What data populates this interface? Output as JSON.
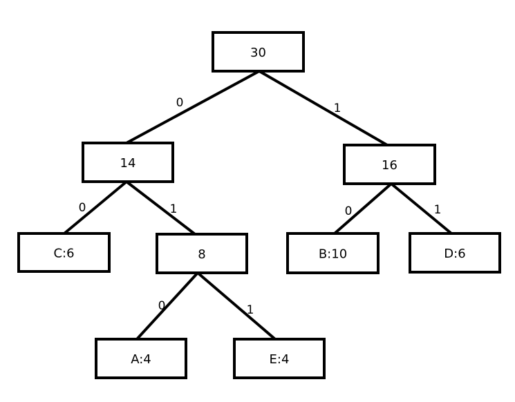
{
  "nodes": [
    {
      "id": "root",
      "label": "30"
    },
    {
      "id": "n14",
      "label": "14"
    },
    {
      "id": "n16",
      "label": "16"
    },
    {
      "id": "c6",
      "label": "C:6"
    },
    {
      "id": "n8",
      "label": "8"
    },
    {
      "id": "b10",
      "label": "B:10"
    },
    {
      "id": "d6",
      "label": "D:6"
    },
    {
      "id": "a4",
      "label": "A:4"
    },
    {
      "id": "e4",
      "label": "E:4"
    }
  ],
  "edges": [
    {
      "from": "root",
      "to": "n14",
      "label": "0"
    },
    {
      "from": "root",
      "to": "n16",
      "label": "1"
    },
    {
      "from": "n14",
      "to": "c6",
      "label": "0"
    },
    {
      "from": "n14",
      "to": "n8",
      "label": "1"
    },
    {
      "from": "n16",
      "to": "b10",
      "label": "0"
    },
    {
      "from": "n16",
      "to": "d6",
      "label": "1"
    },
    {
      "from": "n8",
      "to": "a4",
      "label": "0"
    },
    {
      "from": "n8",
      "to": "e4",
      "label": "1"
    }
  ]
}
